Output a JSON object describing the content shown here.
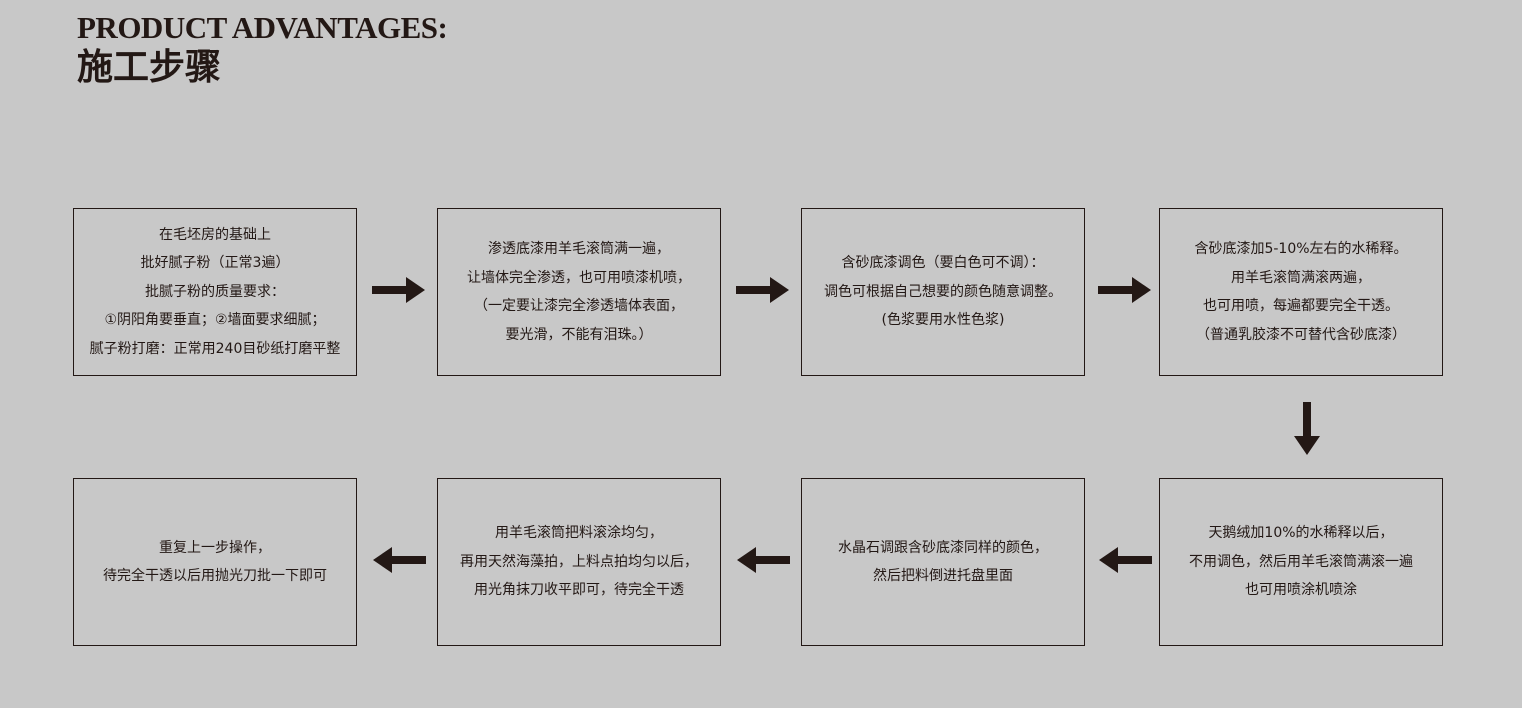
{
  "header": {
    "title_en": "PRODUCT ADVANTAGES:",
    "title_cn": "施工步骤"
  },
  "steps": [
    {
      "lines": [
        "在毛坯房的基础上",
        "批好腻子粉（正常3遍）",
        "批腻子粉的质量要求：",
        "①阴阳角要垂直；②墙面要求细腻；",
        "腻子粉打磨：正常用240目砂纸打磨平整"
      ]
    },
    {
      "lines": [
        "渗透底漆用羊毛滚筒满一遍，",
        "让墙体完全渗透，也可用喷漆机喷，",
        "（一定要让漆完全渗透墙体表面，",
        "要光滑，不能有泪珠。）"
      ]
    },
    {
      "lines": [
        "含砂底漆调色（要白色可不调）：",
        "调色可根据自己想要的颜色随意调整。",
        "(色浆要用水性色浆)"
      ]
    },
    {
      "lines": [
        "含砂底漆加5-10%左右的水稀释。",
        "用羊毛滚筒满滚两遍，",
        "也可用喷，每遍都要完全干透。",
        "（普通乳胶漆不可替代含砂底漆）"
      ]
    },
    {
      "lines": [
        "天鹅绒加10%的水稀释以后，",
        "不用调色，然后用羊毛滚筒满滚一遍",
        "也可用喷涂机喷涂"
      ]
    },
    {
      "lines": [
        "水晶石调跟含砂底漆同样的颜色，",
        "然后把料倒进托盘里面"
      ]
    },
    {
      "lines": [
        "用羊毛滚筒把料滚涂均匀，",
        "再用天然海藻拍，上料点拍均匀以后，",
        "用光角抹刀收平即可，待完全干透"
      ]
    },
    {
      "lines": [
        "重复上一步操作，",
        "待完全干透以后用抛光刀批一下即可"
      ]
    }
  ],
  "colors": {
    "background": "#c8c8c8",
    "ink": "#231815"
  }
}
